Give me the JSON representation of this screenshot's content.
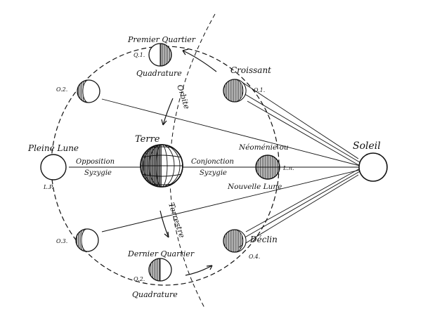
{
  "labels": {
    "premier_quartier": "Premier Quartier",
    "q1": "Q.1.",
    "quadrature_top": "Quadrature",
    "croissant": "Croissant",
    "o1": "O.1.",
    "o2": "O.2.",
    "orbite": "Orbite",
    "pleine_lune": "Pleine Lune",
    "lp": "L.P.",
    "opposition": "Opposition",
    "syzygie_left": "Syzygie",
    "terre": "Terre",
    "conjonction": "Conjonction",
    "syzygie_right": "Syzygie",
    "neomenie": "Néoménie ou",
    "ln": "L.n.",
    "nouvelle_lune": "Nouvelle Lune",
    "soleil": "Soleil",
    "terrestre": "Terrestre",
    "o3": "O.3.",
    "dernier_quartier": "Dernier Quartier",
    "q2": "Q.2.",
    "quadrature_bottom": "Quadrature",
    "declin": "Déclin",
    "o4": "O.4."
  },
  "colors": {
    "ink": "#111111",
    "paper": "#ffffff"
  }
}
